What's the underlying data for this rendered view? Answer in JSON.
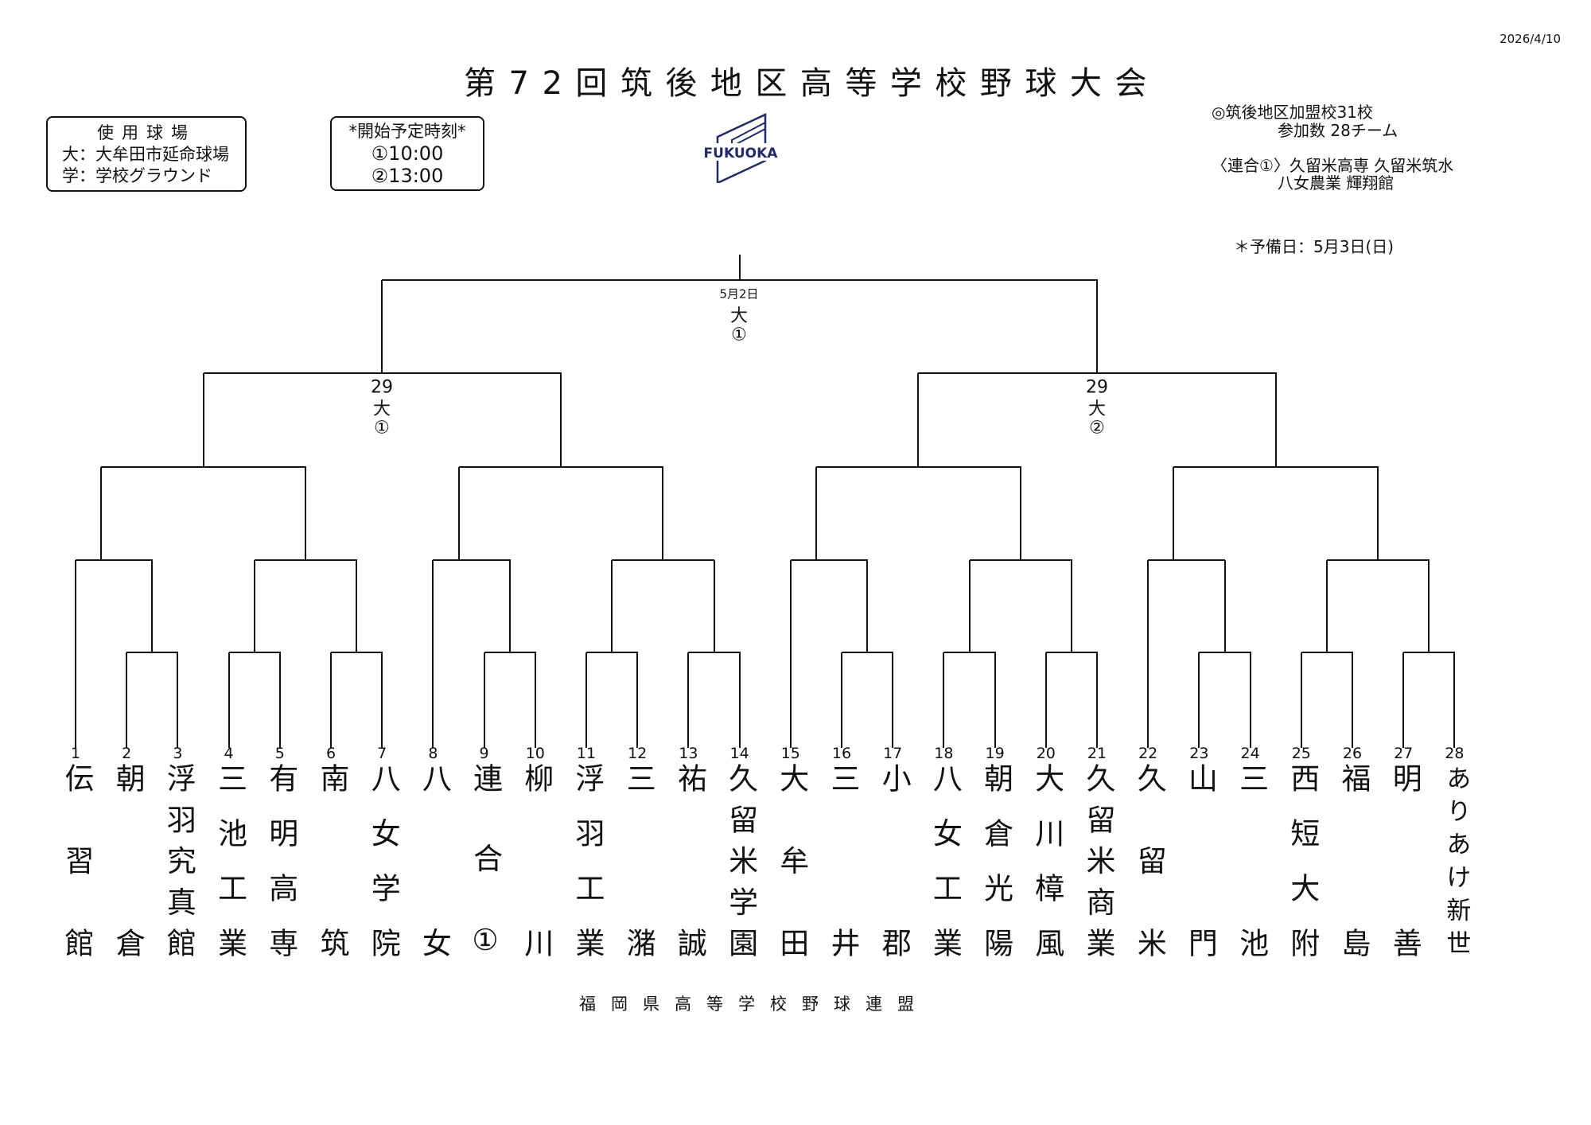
{
  "date": "2026/4/10",
  "title": "第72回筑後地区高等学校野球大会",
  "venues": {
    "heading": "使用球場",
    "items": [
      "大：大牟田市延命球場",
      "学：学校グラウンド"
    ]
  },
  "start_times": {
    "heading": "*開始予定時刻*",
    "items": [
      "①10:00",
      "②13:00"
    ]
  },
  "logo_text": "FUKUOKA",
  "info": {
    "member_schools": "◎筑後地区加盟校31校",
    "participants": "参加数  28チーム",
    "combined_team": "〈連合①〉久留米高専  久留米筑水",
    "combined_team_2": "八女農業  輝翔館",
    "reserve_day": "＊予備日：5月3日(日)"
  },
  "rounds": {
    "final": {
      "date": "5月2日",
      "venue": "大",
      "slot": "①"
    },
    "semi_left": {
      "date": "29",
      "venue": "大",
      "slot": "①"
    },
    "semi_right": {
      "date": "29",
      "venue": "大",
      "slot": "②"
    }
  },
  "teams": [
    {
      "no": "1",
      "name": "伝習館"
    },
    {
      "no": "2",
      "name": "朝倉"
    },
    {
      "no": "3",
      "name": "浮羽究真館"
    },
    {
      "no": "4",
      "name": "三池工業"
    },
    {
      "no": "5",
      "name": "有明高専"
    },
    {
      "no": "6",
      "name": "南筑"
    },
    {
      "no": "7",
      "name": "八女学院"
    },
    {
      "no": "8",
      "name": "八女"
    },
    {
      "no": "9",
      "name": "連合①"
    },
    {
      "no": "10",
      "name": "柳川"
    },
    {
      "no": "11",
      "name": "浮羽工業"
    },
    {
      "no": "12",
      "name": "三潴"
    },
    {
      "no": "13",
      "name": "祐誠"
    },
    {
      "no": "14",
      "name": "久留米学園"
    },
    {
      "no": "15",
      "name": "大牟田"
    },
    {
      "no": "16",
      "name": "三井"
    },
    {
      "no": "17",
      "name": "小郡"
    },
    {
      "no": "18",
      "name": "八女工業"
    },
    {
      "no": "19",
      "name": "朝倉光陽"
    },
    {
      "no": "20",
      "name": "大川樟風"
    },
    {
      "no": "21",
      "name": "久留米商業"
    },
    {
      "no": "22",
      "name": "久留米"
    },
    {
      "no": "23",
      "name": "山門"
    },
    {
      "no": "24",
      "name": "三池"
    },
    {
      "no": "25",
      "name": "西短大附"
    },
    {
      "no": "26",
      "name": "福島"
    },
    {
      "no": "27",
      "name": "明善"
    },
    {
      "no": "28",
      "name": "ありあけ新世"
    }
  ],
  "footer": "福岡県高等学校野球連盟",
  "colors": {
    "logo": "#1f2a6b",
    "ink": "#111111"
  }
}
